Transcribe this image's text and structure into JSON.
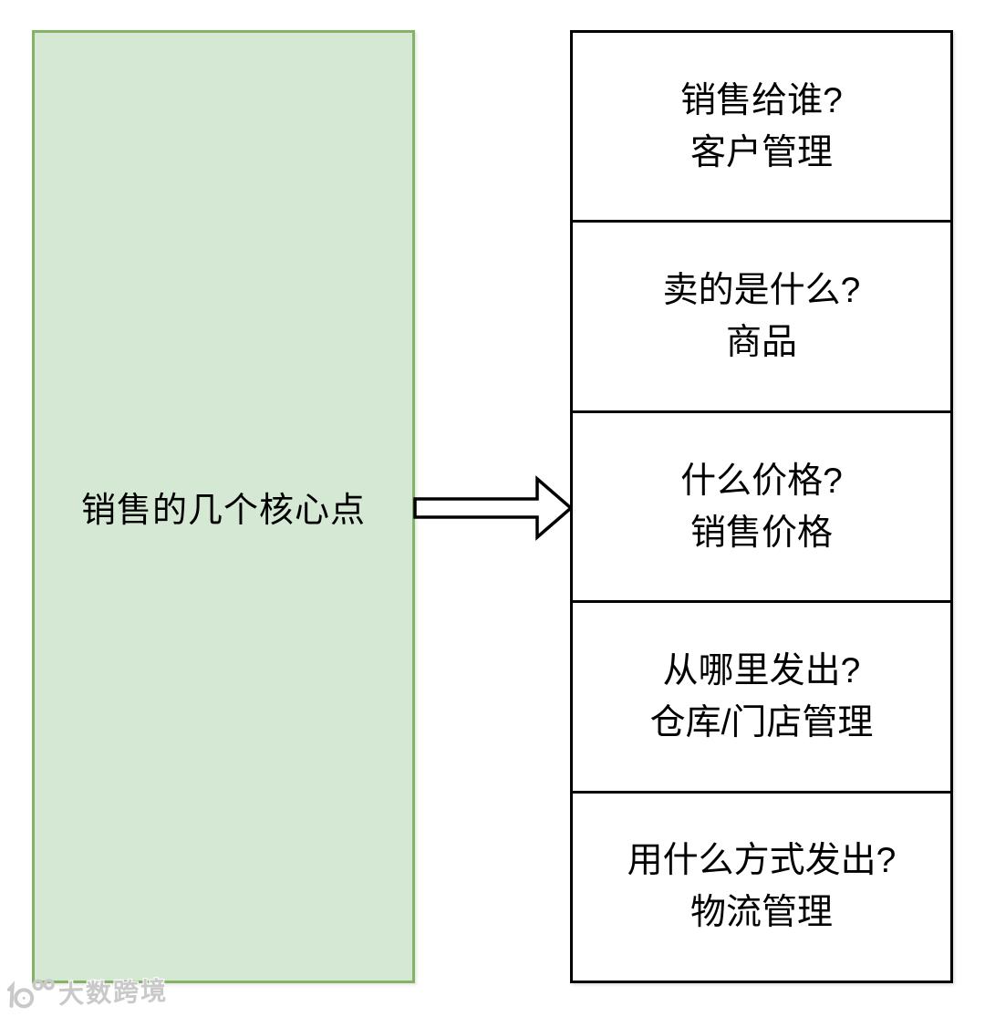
{
  "diagram": {
    "title": "销售的几个核心点",
    "left_panel": {
      "label": "销售的几个核心点",
      "fill_color": "#d5e8d4",
      "border_color": "#82b366"
    },
    "arrow": {
      "direction": "right",
      "fill_color": "#ffffff",
      "stroke_color": "#000000"
    },
    "right_boxes": [
      {
        "line1": "销售给谁?",
        "line2": "客户管理"
      },
      {
        "line1": "卖的是什么?",
        "line2": "商品"
      },
      {
        "line1": "什么价格?",
        "line2": "销售价格"
      },
      {
        "line1": "从哪里发出?",
        "line2": "仓库/门店管理"
      },
      {
        "line1": "用什么方式发出?",
        "line2": "物流管理"
      }
    ],
    "box_border_color": "#000000",
    "text_color": "#000000"
  },
  "watermark": {
    "logo": "100",
    "text": "大数跨境",
    "color": "#c9c9c9"
  }
}
